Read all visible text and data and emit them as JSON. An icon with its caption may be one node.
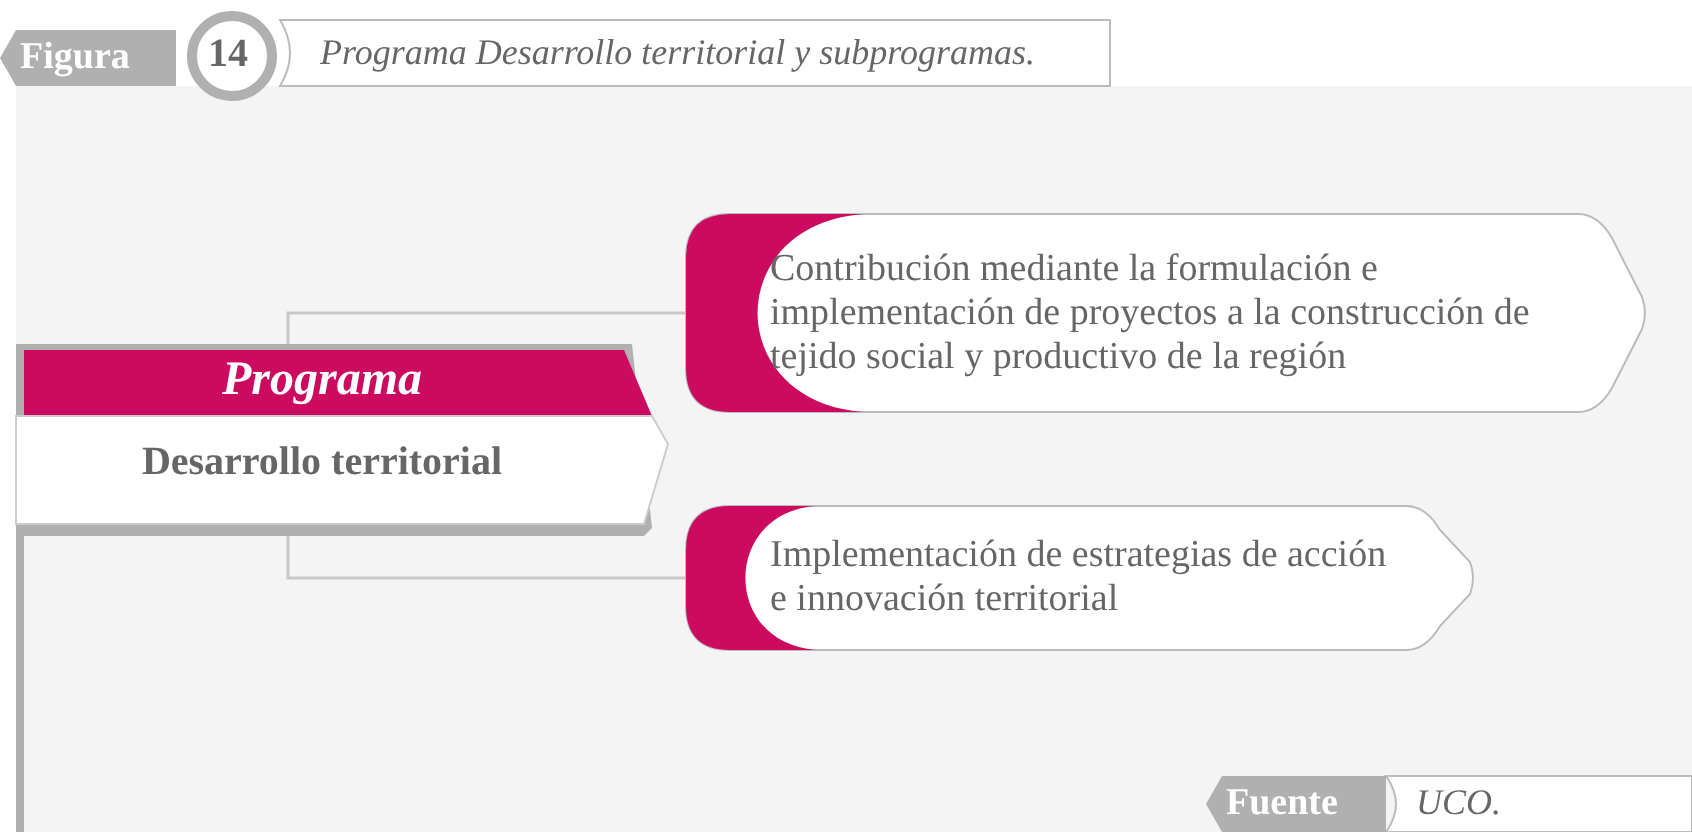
{
  "diagram": {
    "title": "Programa Desarrollo territorial y subprogramas.",
    "nodes": [
      {
        "text": [
          "Programa",
          "Desarrollo territorial"
        ]
      },
      {
        "text": [
          "Contribución mediante la formulación e implementación de proyectos a la construcción de tejido social y productivo de la región"
        ]
      },
      {
        "text": [
          "Implementación de estrategias de acción e innovación territorial"
        ]
      }
    ],
    "edges": [
      {
        "from": 0,
        "to": 1,
        "arrow": "none"
      },
      {
        "from": 0,
        "to": 2,
        "arrow": "none"
      }
    ],
    "labels": [
      "Figura",
      "14",
      "Fuente",
      "UCO."
    ]
  }
}
